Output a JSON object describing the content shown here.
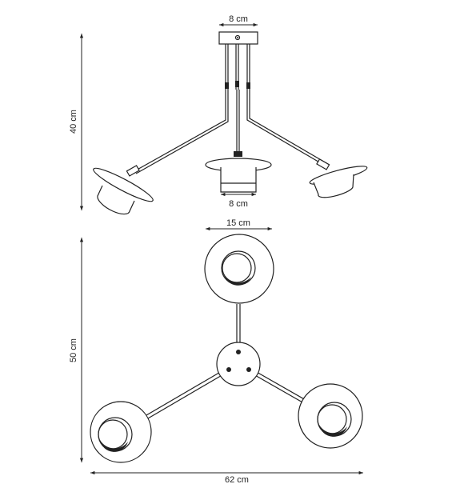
{
  "dimensions": {
    "canopy_width": "8 cm",
    "shade_width": "8 cm",
    "side_height": "40 cm",
    "disc_width": "15 cm",
    "plan_height": "50 cm",
    "overall_width": "62 cm"
  },
  "colors": {
    "line": "#222222",
    "background": "#ffffff"
  }
}
